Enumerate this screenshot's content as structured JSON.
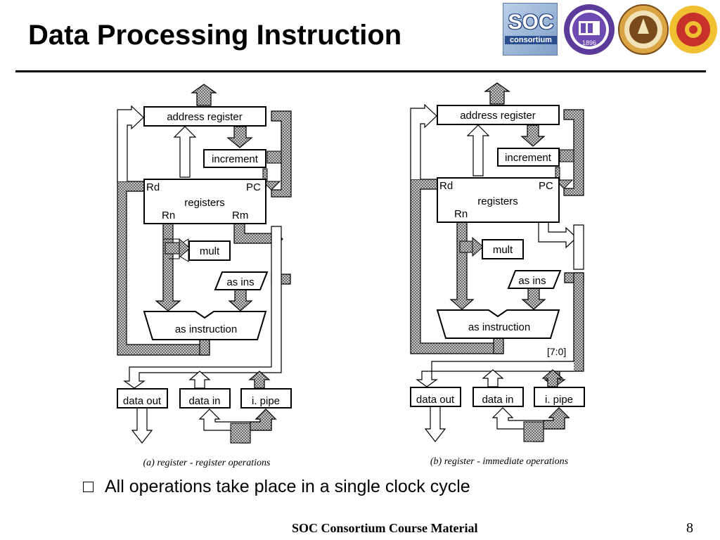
{
  "slide": {
    "title": "Data Processing Instruction",
    "bullet": "All operations take place in a single clock cycle",
    "footer": "SOC Consortium Course Material",
    "page_number": "8"
  },
  "logos": {
    "soc_text": "SOC",
    "soc_sub": "consortium",
    "nccu_year": "1896"
  },
  "diagram_a": {
    "address_register": "address register",
    "increment": "increment",
    "rd": "Rd",
    "pc": "PC",
    "registers": "registers",
    "rn": "Rn",
    "rm": "Rm",
    "mult": "mult",
    "as_ins": "as ins",
    "as_instruction": "as instruction",
    "data_out": "data out",
    "data_in": "data in",
    "i_pipe": "i. pipe",
    "caption": "(a) register - register operations"
  },
  "diagram_b": {
    "address_register": "address register",
    "increment": "increment",
    "rd": "Rd",
    "pc": "PC",
    "registers": "registers",
    "rn": "Rn",
    "mult": "mult",
    "as_ins": "as ins",
    "as_instruction": "as instruction",
    "imm_field": "[7:0]",
    "data_out": "data out",
    "data_in": "data in",
    "i_pipe": "i. pipe",
    "caption": "(b) register - immediate operations"
  },
  "colors": {
    "hatched_bus": "#8a8a8a",
    "outline": "#000000",
    "background": "#ffffff"
  },
  "icons": [
    "checkbox-bullet-icon"
  ]
}
